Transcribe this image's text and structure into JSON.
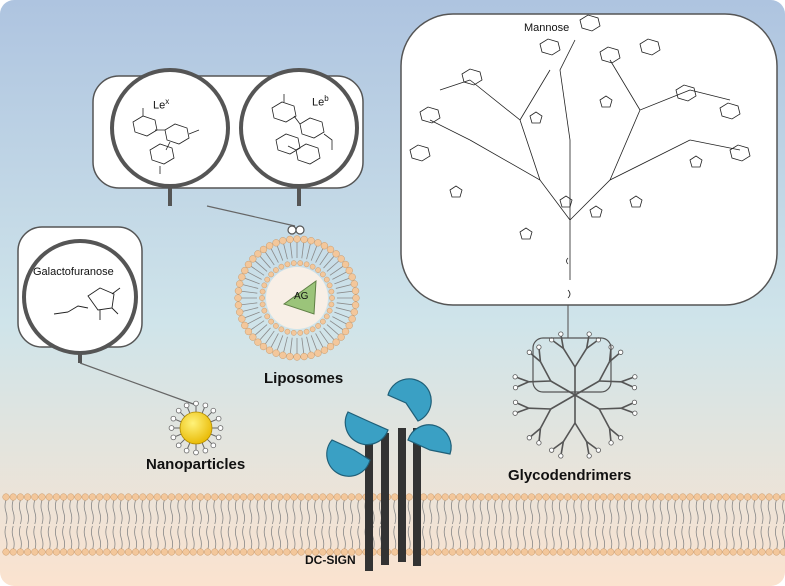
{
  "labels": {
    "lex_base": "Le",
    "lex_sup": "x",
    "leb_base": "Le",
    "leb_sup": "b",
    "galactofuranose": "Galactofuranose",
    "mannose": "Mannose",
    "ag": "AG",
    "liposomes": "Liposomes",
    "nanoparticles": "Nanoparticles",
    "glycodendrimers": "Glycodendrimers",
    "dc_sign": "DC-SIGN"
  },
  "colors": {
    "sky_top": "#aec4e0",
    "sky_bottom": "#fbe3cf",
    "lipid_head": "#f3c79b",
    "receptor": "#3aa0c4",
    "receptor_stalk": "#333333",
    "nanoparticle": "#f7d117",
    "ag_triangle": "#9bc47a",
    "frame": "#555555"
  }
}
